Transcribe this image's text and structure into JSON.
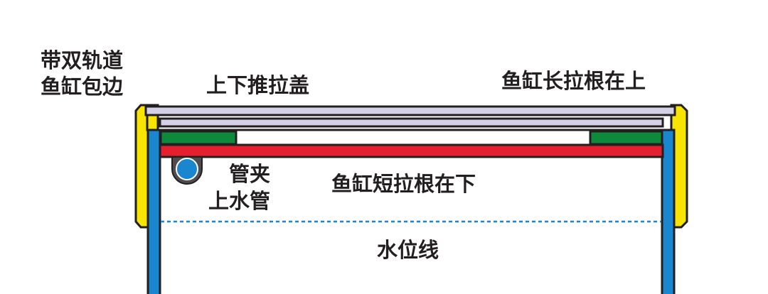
{
  "labels": {
    "rim_line1": "带双轨道",
    "rim_line2": "鱼缸包边",
    "sliding_cover": "上下推拉盖",
    "long_bar_top": "鱼缸长拉根在上",
    "clamp_line1": "管夹",
    "clamp_line2": "上水管",
    "short_bar_bottom": "鱼缸短拉根在下",
    "water_line": "水位线"
  },
  "colors": {
    "outline": "#231f20",
    "glass_wall": "#1a86d0",
    "rim_trim": "#f7e400",
    "cover_panel": "#d4d1e6",
    "long_bar": "#0e8a3c",
    "short_bar": "#e5202e",
    "pipe": "#1a86d0",
    "water_line": "#1a86d0"
  }
}
